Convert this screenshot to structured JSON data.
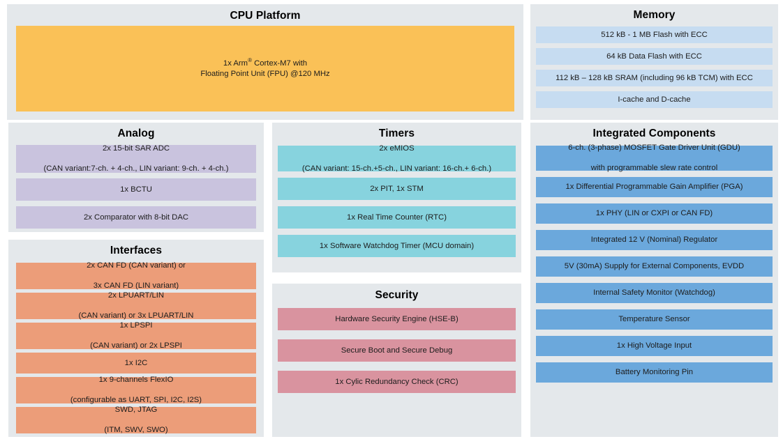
{
  "panels": {
    "cpu_platform": {
      "title": "CPU Platform",
      "block": {
        "line1_pre": "1x Arm",
        "line1_sup": "®",
        "line1_post": " Cortex-M7 with",
        "line2": "Floating Point Unit (FPU) @120 MHz",
        "color": "#FAC157"
      }
    },
    "memory": {
      "title": "Memory",
      "color": "#C6DCF1",
      "items": [
        {
          "text": "512 kB - 1 MB Flash with ECC"
        },
        {
          "text": "64 kB Data Flash with ECC"
        },
        {
          "text": "112 kB – 128 kB SRAM (including 96 kB TCM) with ECC"
        },
        {
          "text": "I-cache and D-cache"
        }
      ]
    },
    "analog": {
      "title": "Analog",
      "color": "#C9C3DE",
      "items": [
        {
          "line1": "2x 15-bit SAR ADC",
          "line2": "(CAN variant:7-ch. + 4-ch., LIN variant: 9-ch. + 4-ch.)"
        },
        {
          "line1": "1x BCTU",
          "line2": ""
        },
        {
          "line1": "2x Comparator with 8-bit DAC",
          "line2": ""
        }
      ]
    },
    "interfaces": {
      "title": "Interfaces",
      "color": "#EC9D79",
      "items": [
        {
          "line1": "2x CAN FD (CAN variant) or",
          "line2": "3x CAN FD (LIN variant)"
        },
        {
          "line1": "2x LPUART/LIN",
          "line2": "(CAN variant) or 3x LPUART/LIN"
        },
        {
          "line1": "1x LPSPI",
          "line2": "(CAN variant) or 2x LPSPI"
        },
        {
          "line1": "1x I2C",
          "line2": ""
        },
        {
          "line1": "1x 9-channels FlexIO",
          "line2": "(configurable as UART, SPI, I2C, I2S)"
        },
        {
          "line1": "SWD, JTAG",
          "line2": "(ITM, SWV, SWO)"
        }
      ]
    },
    "timers": {
      "title": "Timers",
      "color": "#87D3DE",
      "items": [
        {
          "line1": "2x eMIOS",
          "line2": "(CAN variant: 15-ch.+5-ch., LIN variant: 16-ch.+ 6-ch.)"
        },
        {
          "line1": "2x PIT, 1x STM",
          "line2": ""
        },
        {
          "line1": "1x Real Time Counter (RTC)",
          "line2": ""
        },
        {
          "line1": "1x Software Watchdog Timer (MCU domain)",
          "line2": ""
        }
      ]
    },
    "security": {
      "title": "Security",
      "color": "#D9939F",
      "items": [
        {
          "text": "Hardware Security Engine (HSE-B)"
        },
        {
          "text": "Secure Boot and Secure Debug"
        },
        {
          "text": "1x Cylic Redundancy Check (CRC)"
        }
      ]
    },
    "integrated_components": {
      "title": "Integrated Components",
      "color": "#6BA8DC",
      "items": [
        {
          "line1": "6-ch. (3-phase) MOSFET Gate Driver Unit (GDU)",
          "line2": "with programmable slew rate control"
        },
        {
          "line1": "1x Differential Programmable Gain Amplifier (PGA)",
          "line2": ""
        },
        {
          "line1": "1x PHY (LIN or CXPI or CAN FD)",
          "line2": ""
        },
        {
          "line1": "Integrated 12 V (Nominal) Regulator",
          "line2": ""
        },
        {
          "line1": "5V (30mA) Supply for External Components, EVDD",
          "line2": ""
        },
        {
          "line1": "Internal Safety Monitor (Watchdog)",
          "line2": ""
        },
        {
          "line1": "Temperature Sensor",
          "line2": ""
        },
        {
          "line1": "1x High Voltage Input",
          "line2": ""
        },
        {
          "line1": "Battery Monitoring Pin",
          "line2": ""
        }
      ]
    }
  },
  "theme": {
    "panel_background": "#E4E8EB",
    "page_background": "#FFFFFF",
    "text_color": "#1C1C1C"
  }
}
